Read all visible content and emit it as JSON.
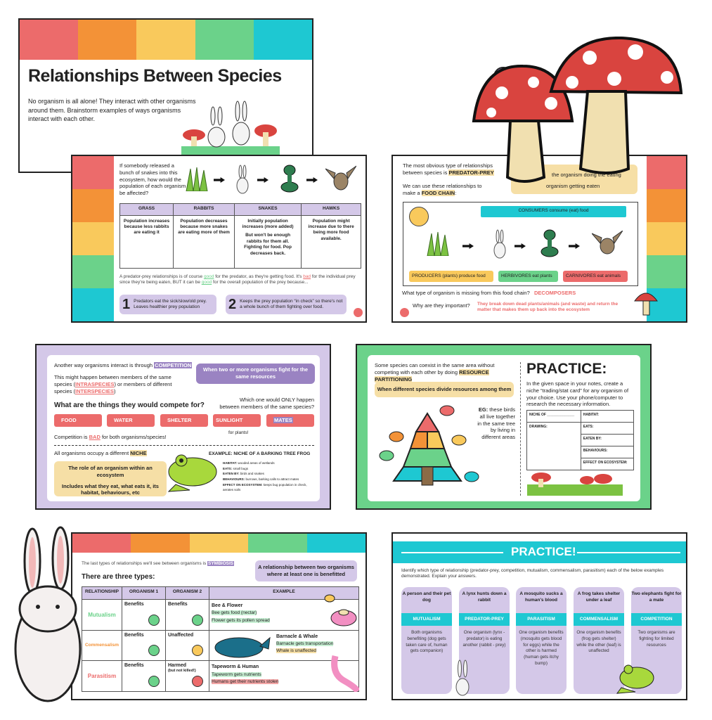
{
  "colors": {
    "red": "#ec6b6b",
    "orange": "#f39237",
    "yellow": "#f9c95c",
    "green": "#6bd28a",
    "teal": "#1ec8d2",
    "lavender": "#d4c8e8",
    "purple": "#9a83c2"
  },
  "slide1": {
    "title": "Relationships Between Species",
    "body": "No organism is all alone! They interact with other organisms around them. Brainstorm examples of ways organisms interact with each other."
  },
  "slide2": {
    "question": "If somebody released a bunch of snakes into this ecosystem, how would the population of each organism be affected?",
    "headers": [
      "GRASS",
      "RABBITS",
      "SNAKES",
      "HAWKS"
    ],
    "cells": [
      "Population increases because less rabbits are eating it",
      "Population decreases because more snakes are eating more of them",
      "Initially population increases (more added)",
      "Population might increase due to there being more food available."
    ],
    "snakes_extra": "But won't be enough rabbits for them all. Fighting for food. Pop decreases back.",
    "para": [
      "A predator-prey relationships is of course ",
      "good",
      " for the predator, as they're getting food. It's ",
      "bad",
      " for the individual prey since they're being eaten, BUT it can be ",
      "good",
      " for the overall population of the prey because..."
    ],
    "points": [
      {
        "num": "1",
        "text": "Predators eat the sick/slow/old prey. Leaves healthier prey population"
      },
      {
        "num": "2",
        "text": "Keeps the prey population “in check” so there's not a whole bunch of them fighting over food."
      }
    ]
  },
  "slide3": {
    "intro": "The most obvious type of relationships between species is ",
    "intro_hl": "PREDATOR-PREY",
    "def1": "the organism doing the eating",
    "def2": "organism getting eaten",
    "chain": "We can use these relationships to make a ",
    "chain_hl": "FOOD CHAIN",
    "consumers": "CONSUMERS consume (eat) food",
    "producers": "PRODUCERS (plants) produce food",
    "herbivores": "HERBIVORES eat plants",
    "carnivores": "CARNIVORES eat animals",
    "missing_q": "What type of organism is missing from this food chain?",
    "missing_a": "DECOMPOSERS",
    "why_q": "Why are they important?",
    "why_a": "They break down dead plants/animals (and waste) and return the matter that makes them up back into the ecosystem"
  },
  "slide4": {
    "line1": "Another way organisms interact is through ",
    "line1_hl": "COMPETITION",
    "def": "When two or more organisms fight for the same resources",
    "line2a": "This might happen between members of the same species (",
    "intra": "INTRASPECIES",
    "line2b": ") or members of different species (",
    "inter": "INTERSPECIES",
    "line2c": ")",
    "heading": "What are the things they would compete for?",
    "only": "Which one would ONLY happen between members of the same species?",
    "resources": [
      "FOOD",
      "WATER",
      "SHELTER",
      "SUNLIGHT",
      "MATES"
    ],
    "for_plants": "for plants!",
    "bad_a": "Competition is ",
    "bad": "BAD",
    "bad_b": " for both organisms/species!",
    "niche_a": "All organisms occupy a different ",
    "niche": "NICHE",
    "niche_def1": "The role of an organism within an ecosystem",
    "niche_def2": "Includes what they eat, what eats it, its habitat, behaviours, etc",
    "example_title": "EXAMPLE: NICHE OF A BARKING TREE FROG",
    "example": [
      {
        "k": "HABITAT:",
        "v": "wooded areas of wetlands"
      },
      {
        "k": "EATS:",
        "v": "small bugs"
      },
      {
        "k": "EATEN BY:",
        "v": "birds and snakes"
      },
      {
        "k": "BEHAVIOURS:",
        "v": "burrows, barking calls to attract mates"
      },
      {
        "k": "EFFECT ON ECOSYSTEM:",
        "v": "keeps bug population in check, aerates soils"
      }
    ]
  },
  "slide5": {
    "intro": "Some species can coexist in the same area without competing with each other by doing ",
    "intro_hl": "RESOURCE PARTITIONING",
    "def": "When different species divide resources among them",
    "eg_k": "EG:",
    "eg": " these birds all live together in the same tree by living in different areas",
    "practice": "PRACTICE:",
    "instructions": "In the given space in your notes, create a niche “trading/stat card” for any organism of your choice. Use your phone/computer to research the necessary information.",
    "card": {
      "niche_of": "NICHE OF ______________",
      "drawing": "DRAWING:",
      "fields": [
        "HABITAT:",
        "EATS:",
        "EATEN BY:",
        "BEHAVIOURS:",
        "EFFECT ON ECOSYSTEM:"
      ]
    }
  },
  "slide6": {
    "intro": "The last types of relationships we'll see between organisms is ",
    "intro_hl": "SYMBIOSIS",
    "def": "A relationship between two organisms where at least one is benefitted",
    "heading": "There are three types:",
    "headers": [
      "RELATIONSHIP",
      "ORGANISM 1",
      "ORGANISM 2",
      "EXAMPLE"
    ],
    "rows": [
      {
        "name": "Mutualism",
        "color": "#6bd28a",
        "o1": "Benefits",
        "o2": "Benefits",
        "ex": "Bee & Flower",
        "l1": "Bee gets food (nectar)",
        "l2": "Flower gets its pollen spread"
      },
      {
        "name": "Commensalism",
        "color": "#f39237",
        "o1": "Benefits",
        "o2": "Unaffected",
        "ex": "Barnacle & Whale",
        "l1": "Barnacle gets transportation",
        "l2": "Whale is unaffected"
      },
      {
        "name": "Parasitism",
        "color": "#ec6b6b",
        "o1": "Benefits",
        "o2": "Harmed",
        "o2b": "(but not killed!)",
        "ex": "Tapeworm & Human",
        "l1": "Tapeworm gets nutrients",
        "l2": "Humans get their nutrients stolen"
      }
    ]
  },
  "slide7": {
    "title": "PRACTICE!",
    "instructions": "Identify which type of relationship (predator-prey, competition, mutualism, commensalism, parasitism) each of the below examples demonstrated. Explain your answers.",
    "cards": [
      {
        "q": "A person and their pet dog",
        "a": "MUTUALISM",
        "e": "Both organisms benefiting (dog gets taken care of, human gets companion)"
      },
      {
        "q": "A lynx hunts down a rabbit",
        "a": "PREDATOR-PREY",
        "e": "One organism (lynx - predator) is eating another (rabbit - prey)"
      },
      {
        "q": "A mosquito sucks a human's blood",
        "a": "PARASITISM",
        "e": "One organism benefits (mosquito gets blood for eggs) while the other is harmed (human gets itchy bump)"
      },
      {
        "q": "A frog takes shelter under a leaf",
        "a": "COMMENSALISM",
        "e": "One organism benefits (frog gets shelter) while the other (leaf) is unaffected"
      },
      {
        "q": "Two elephants fight for a mate",
        "a": "COMPETITION",
        "e": "Two organisms are fighting for limited resources"
      }
    ]
  }
}
